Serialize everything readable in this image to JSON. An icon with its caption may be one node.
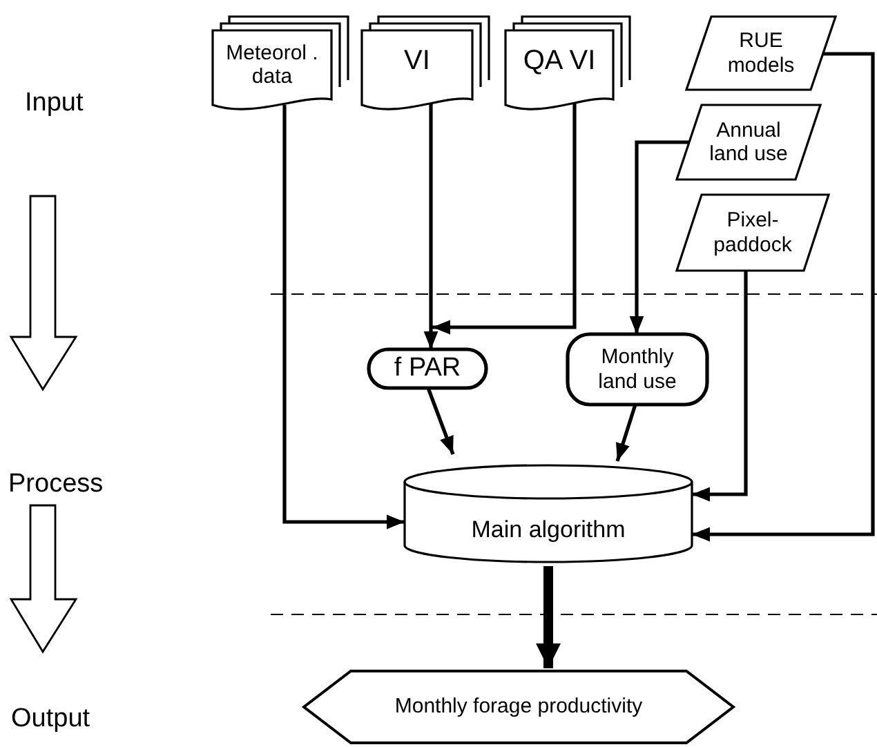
{
  "diagram": {
    "nodes": [
      {
        "text": [
          "Meteorol . data"
        ]
      },
      {
        "text": [
          "VI"
        ]
      },
      {
        "text": [
          "QA VI"
        ]
      },
      {
        "text": [
          "RUE models"
        ]
      },
      {
        "text": [
          "Annual land use"
        ]
      },
      {
        "text": [
          "Pixel- paddock"
        ]
      },
      {
        "text": [
          "f PAR"
        ]
      },
      {
        "text": [
          "Monthly land use"
        ]
      },
      {
        "text": [
          "Main algorithm"
        ]
      },
      {
        "text": [
          "Monthly forage productivity"
        ]
      }
    ],
    "edges": [
      {
        "from": 0,
        "to": 8,
        "arrow": "to"
      },
      {
        "from": 1,
        "to": 6,
        "arrow": "to"
      },
      {
        "from": 2,
        "to": 6,
        "arrow": "to"
      },
      {
        "from": 4,
        "to": 7,
        "arrow": "to"
      },
      {
        "from": 3,
        "to": 8,
        "arrow": "to"
      },
      {
        "from": 5,
        "to": 8,
        "arrow": "to"
      },
      {
        "from": 6,
        "to": 8,
        "arrow": "to"
      },
      {
        "from": 7,
        "to": 8,
        "arrow": "to"
      },
      {
        "from": 8,
        "to": 9,
        "arrow": "to",
        "style": "thick"
      }
    ],
    "labels": [
      "Input",
      "Process",
      "Output"
    ]
  }
}
